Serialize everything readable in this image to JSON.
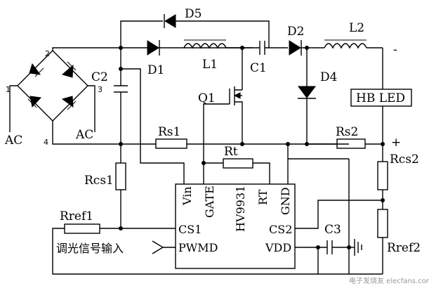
{
  "labels": {
    "d5": "D5",
    "d1": "D1",
    "d2": "D2",
    "d4": "D4",
    "l1": "L1",
    "l2": "L2",
    "c1": "C1",
    "c2": "C2",
    "c3": "C3",
    "q1": "Q1",
    "rs1": "Rs1",
    "rs2": "Rs2",
    "rt": "Rt",
    "rcs1": "Rcs1",
    "rcs2": "Rcs2",
    "rref1": "Rref1",
    "rref2": "Rref2",
    "hb_led": "HB LED",
    "ac_left": "AC",
    "ac_right": "AC",
    "minus": "-",
    "plus": "+",
    "node1": "1",
    "node2": "2",
    "node3": "3",
    "node4": "4"
  },
  "ic": {
    "name": "HV9931",
    "pins": {
      "vin": "Vin",
      "gate": "GATE",
      "rt": "RT",
      "gnd": "GND",
      "cs1": "CS1",
      "pwmd": "PWMD",
      "cs2": "CS2",
      "vdd": "VDD"
    }
  },
  "input_label": "调光信号输入",
  "watermark": "电子发烧友 elecfans.com"
}
